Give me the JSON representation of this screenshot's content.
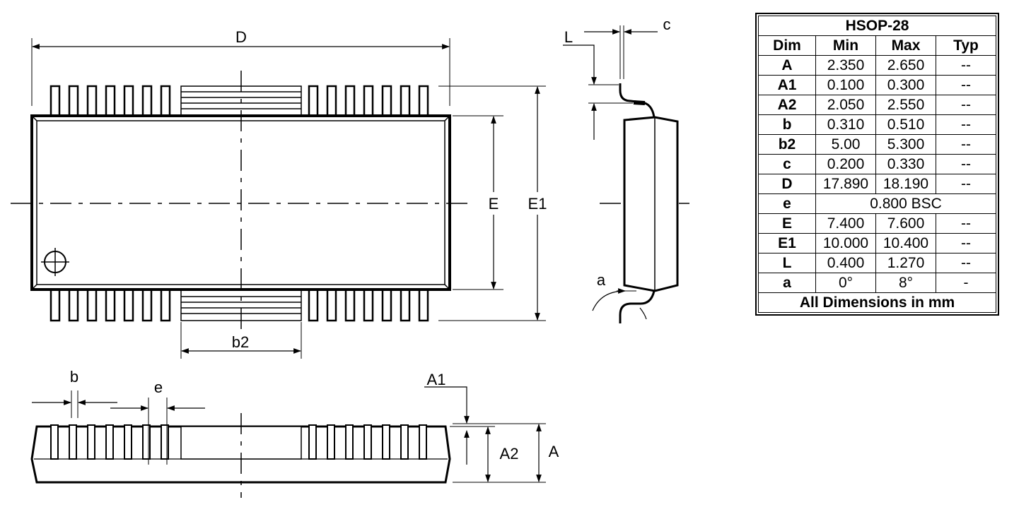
{
  "table": {
    "title": "HSOP-28",
    "headers": [
      "Dim",
      "Min",
      "Max",
      "Typ"
    ],
    "rows": [
      {
        "dim": "A",
        "min": "2.350",
        "max": "2.650",
        "typ": "--"
      },
      {
        "dim": "A1",
        "min": "0.100",
        "max": "0.300",
        "typ": "--"
      },
      {
        "dim": "A2",
        "min": "2.050",
        "max": "2.550",
        "typ": "--"
      },
      {
        "dim": "b",
        "min": "0.310",
        "max": "0.510",
        "typ": "--"
      },
      {
        "dim": "b2",
        "min": "5.00",
        "max": "5.300",
        "typ": "--"
      },
      {
        "dim": "c",
        "min": "0.200",
        "max": "0.330",
        "typ": "--"
      },
      {
        "dim": "D",
        "min": "17.890",
        "max": "18.190",
        "typ": "--"
      },
      {
        "dim": "e",
        "span": "0.800 BSC"
      },
      {
        "dim": "E",
        "min": "7.400",
        "max": "7.600",
        "typ": "--"
      },
      {
        "dim": "E1",
        "min": "10.000",
        "max": "10.400",
        "typ": "--"
      },
      {
        "dim": "L",
        "min": "0.400",
        "max": "1.270",
        "typ": "--"
      },
      {
        "dim": "a",
        "min": "0°",
        "max": "8°",
        "typ": "-"
      }
    ],
    "footer": "All Dimensions in mm"
  },
  "labels": {
    "D": "D",
    "E": "E",
    "E1": "E1",
    "b2": "b2",
    "b": "b",
    "e": "e",
    "A1": "A1",
    "A2": "A2",
    "A": "A",
    "L": "L",
    "c": "c",
    "a": "a"
  }
}
